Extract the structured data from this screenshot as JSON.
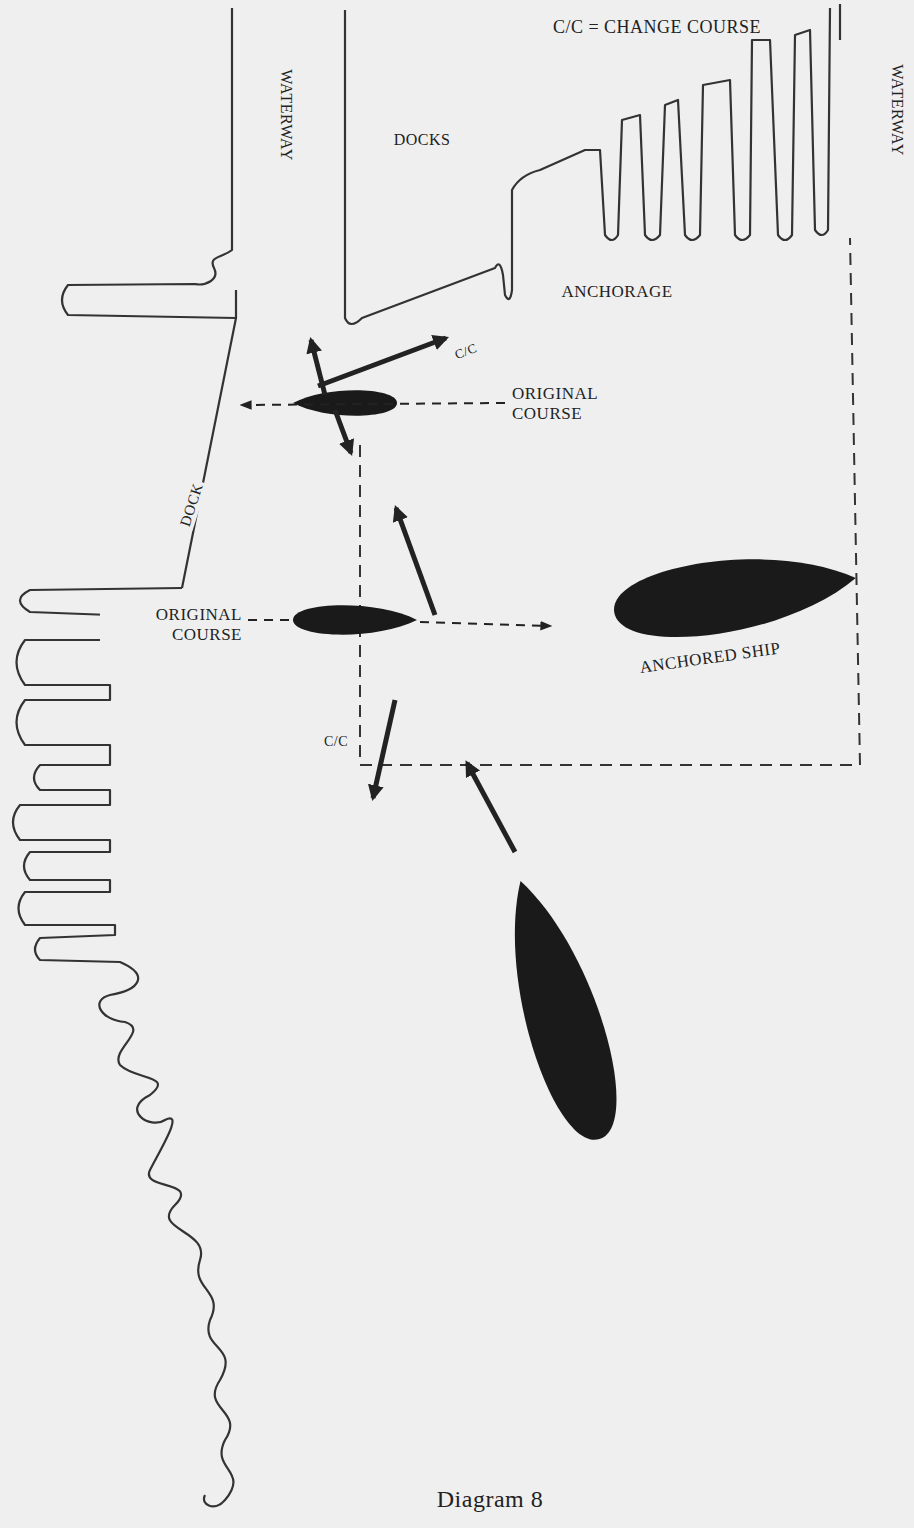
{
  "diagram": {
    "caption": "Diagram 8",
    "labels": [
      "C/C = CHANGE COURSE",
      "WATERWAY",
      "DOCKS",
      "WATERWAY",
      "ANCHORAGE",
      "C/C",
      "ORIGINAL COURSE",
      "DOCK",
      "ORIGINAL COURSE",
      "ANCHORED SHIP",
      "C/C"
    ]
  }
}
